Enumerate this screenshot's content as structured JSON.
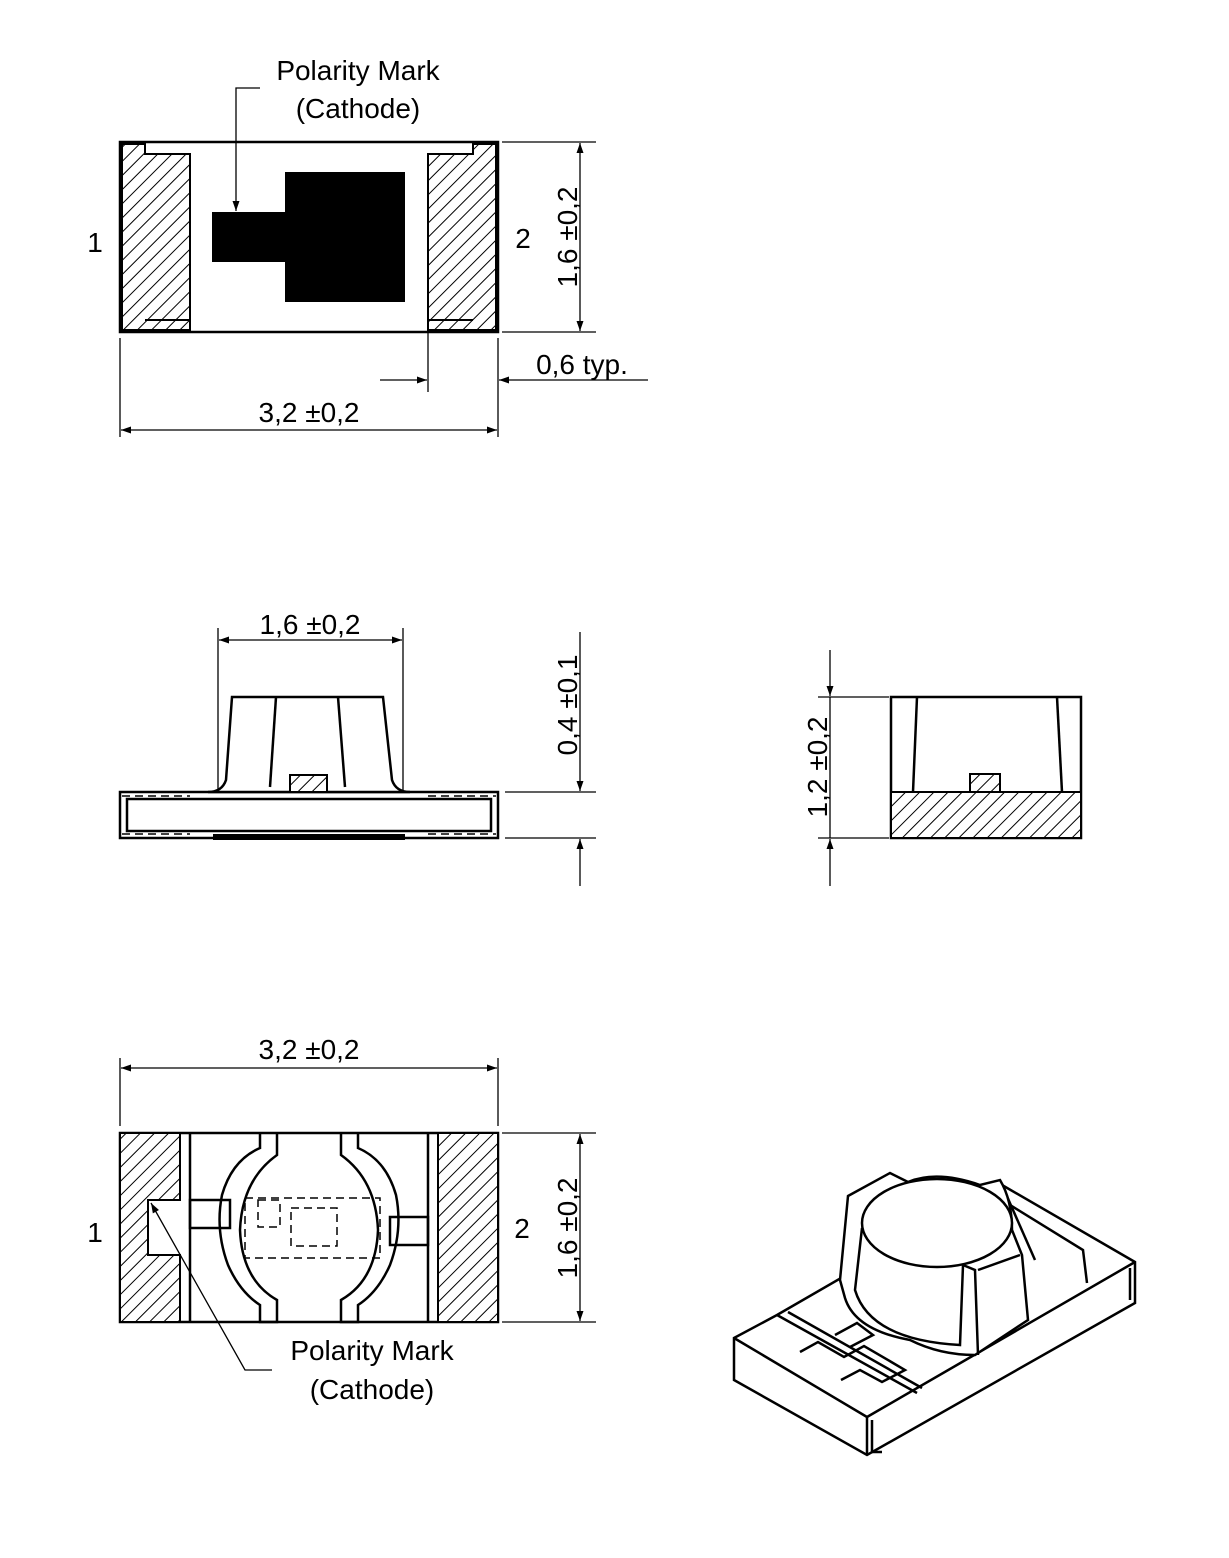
{
  "top_view": {
    "polarity_label": "Polarity Mark",
    "cathode_label": "(Cathode)",
    "pin1": "1",
    "pin2": "2",
    "dim_height": "1,6 ±0,2",
    "dim_width": "3,2 ±0,2",
    "dim_pad": "0,6  typ."
  },
  "side_view": {
    "dim_lens_width": "1,6 ±0,2",
    "dim_base_height": "0,4 ±0,1"
  },
  "end_view": {
    "dim_total_height": "1,2 ±0,2"
  },
  "bottom_view": {
    "dim_width": "3,2 ±0,2",
    "dim_height": "1,6 ±0,2",
    "pin1": "1",
    "pin2": "2",
    "polarity_label": "Polarity Mark",
    "cathode_label": "(Cathode)"
  }
}
